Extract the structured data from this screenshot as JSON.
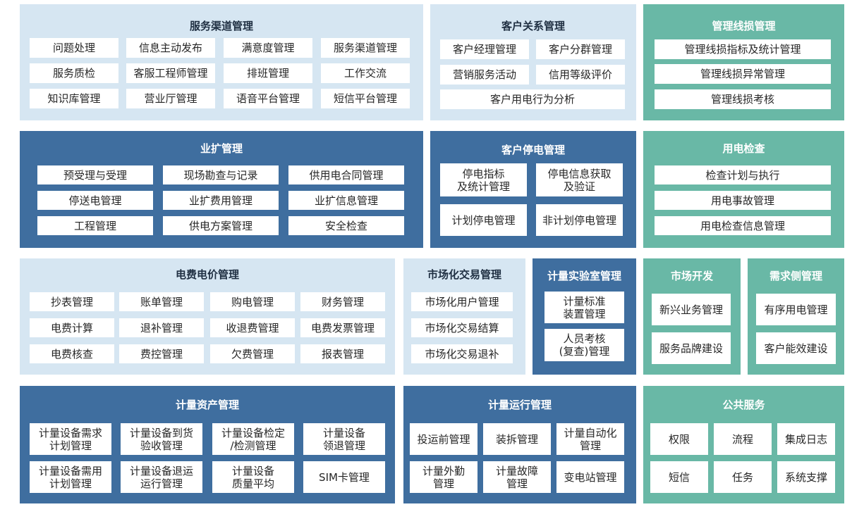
{
  "panels": {
    "service_channel": {
      "title": "服务渠道管理",
      "items": [
        "问题处理",
        "信息主动发布",
        "满意度管理",
        "服务渠道管理",
        "服务质检",
        "客服工程师管理",
        "排班管理",
        "工作交流",
        "知识库管理",
        "营业厅管理",
        "语音平台管理",
        "短信平台管理"
      ]
    },
    "customer_relation": {
      "title": "客户关系管理",
      "items": [
        "客户经理管理",
        "客户分群管理",
        "营销服务活动",
        "信用等级评价",
        "客户用电行为分析"
      ]
    },
    "line_loss": {
      "title": "管理线损管理",
      "items": [
        "管理线损指标及统计管理",
        "管理线损异常管理",
        "管理线损考核"
      ]
    },
    "business_expansion": {
      "title": "业扩管理",
      "items": [
        "预受理与受理",
        "现场勘查与记录",
        "供用电合同管理",
        "停送电管理",
        "业扩费用管理",
        "业扩信息管理",
        "工程管理",
        "供电方案管理",
        "安全检查"
      ]
    },
    "outage": {
      "title": "客户停电管理",
      "items": [
        "停电指标\n及统计管理",
        "停电信息获取\n及验证",
        "计划停电管理",
        "非计划停电管理"
      ]
    },
    "inspection": {
      "title": "用电检查",
      "items": [
        "检查计划与执行",
        "用电事故管理",
        "用电检查信息管理"
      ]
    },
    "billing": {
      "title": "电费电价管理",
      "items": [
        "抄表管理",
        "账单管理",
        "购电管理",
        "财务管理",
        "电费计算",
        "退补管理",
        "收退费管理",
        "电费发票管理",
        "电费核查",
        "费控管理",
        "欠费管理",
        "报表管理"
      ]
    },
    "market_trade": {
      "title": "市场化交易管理",
      "items": [
        "市场化用户管理",
        "市场化交易结算",
        "市场化交易退补"
      ]
    },
    "lab": {
      "title": "计量实验室管理",
      "items": [
        "计量标准\n装置管理",
        "人员考核\n(复查)管理"
      ]
    },
    "market_dev": {
      "title": "市场开发",
      "items": [
        "新兴业务管理",
        "服务品牌建设"
      ]
    },
    "demand_side": {
      "title": "需求侧管理",
      "items": [
        "有序用电管理",
        "客户能效建设"
      ]
    },
    "asset": {
      "title": "计量资产管理",
      "items": [
        "计量设备需求\n计划管理",
        "计量设备到货\n验收管理",
        "计量设备检定\n/检测管理",
        "计量设备\n领退管理",
        "计量设备需用\n计划管理",
        "计量设备退运\n运行管理",
        "计量设备\n质量平均",
        "SIM卡管理"
      ]
    },
    "metering_op": {
      "title": "计量运行管理",
      "items": [
        "投运前管理",
        "装拆管理",
        "计量自动化\n管理",
        "计量外勤\n管理",
        "计量故障\n管理",
        "变电站管理"
      ]
    },
    "public": {
      "title": "公共服务",
      "items": [
        "权限",
        "流程",
        "集成日志",
        "短信",
        "任务",
        "系统支撑"
      ]
    }
  }
}
